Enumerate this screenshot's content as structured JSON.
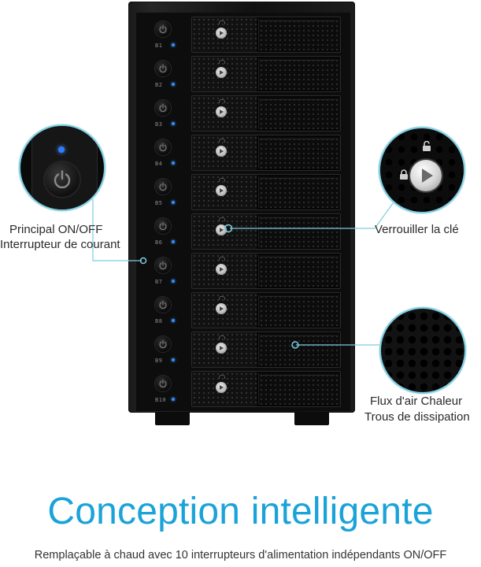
{
  "product": {
    "bay_labels": [
      "B1",
      "B2",
      "B3",
      "B4",
      "B5",
      "B6",
      "B7",
      "B8",
      "B9",
      "B10"
    ]
  },
  "callouts": {
    "power": {
      "line1": "Principal ON/OFF",
      "line2": "Interrupteur de courant",
      "icon": "power-icon"
    },
    "lock": {
      "line1": "Verrouiller la clé",
      "icon": "key-lock-icon"
    },
    "vent": {
      "line1": "Flux d'air Chaleur",
      "line2": "Trous de dissipation",
      "icon": "vent-holes-icon"
    }
  },
  "headline": "Conception intelligente",
  "subline": "Remplaçable à chaud avec 10 interrupteurs d'alimentation indépendants ON/OFF",
  "colors": {
    "accent": "#1aa3d9",
    "leader_line": "#7ccde0",
    "led": "#2f8dff",
    "enclosure": "#111111"
  }
}
